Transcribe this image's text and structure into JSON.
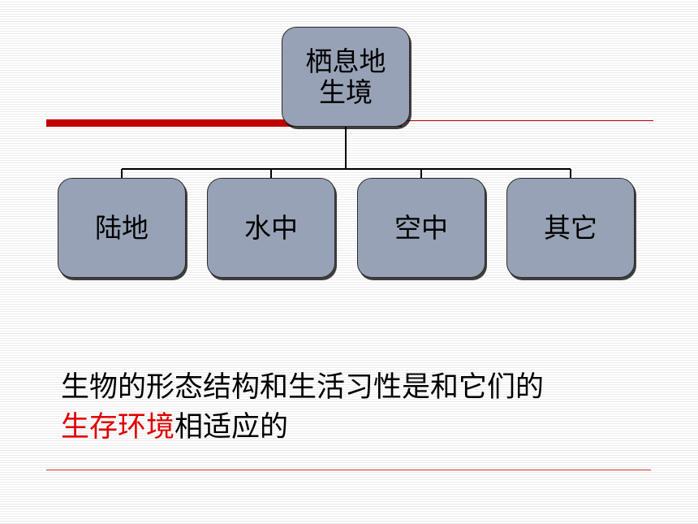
{
  "root_node": {
    "line1": "栖息地",
    "line2": "生境"
  },
  "children": [
    {
      "label": "陆地"
    },
    {
      "label": "水中"
    },
    {
      "label": "空中"
    },
    {
      "label": "其它"
    }
  ],
  "statement": {
    "line1": "生物的形态结构和生活习性是和它们的",
    "highlight": "生存环境",
    "line2_rest": "相适应的"
  },
  "colors": {
    "node_fill": "#97a2b6",
    "accent_red": "#c00000",
    "highlight_red": "#e00000"
  }
}
